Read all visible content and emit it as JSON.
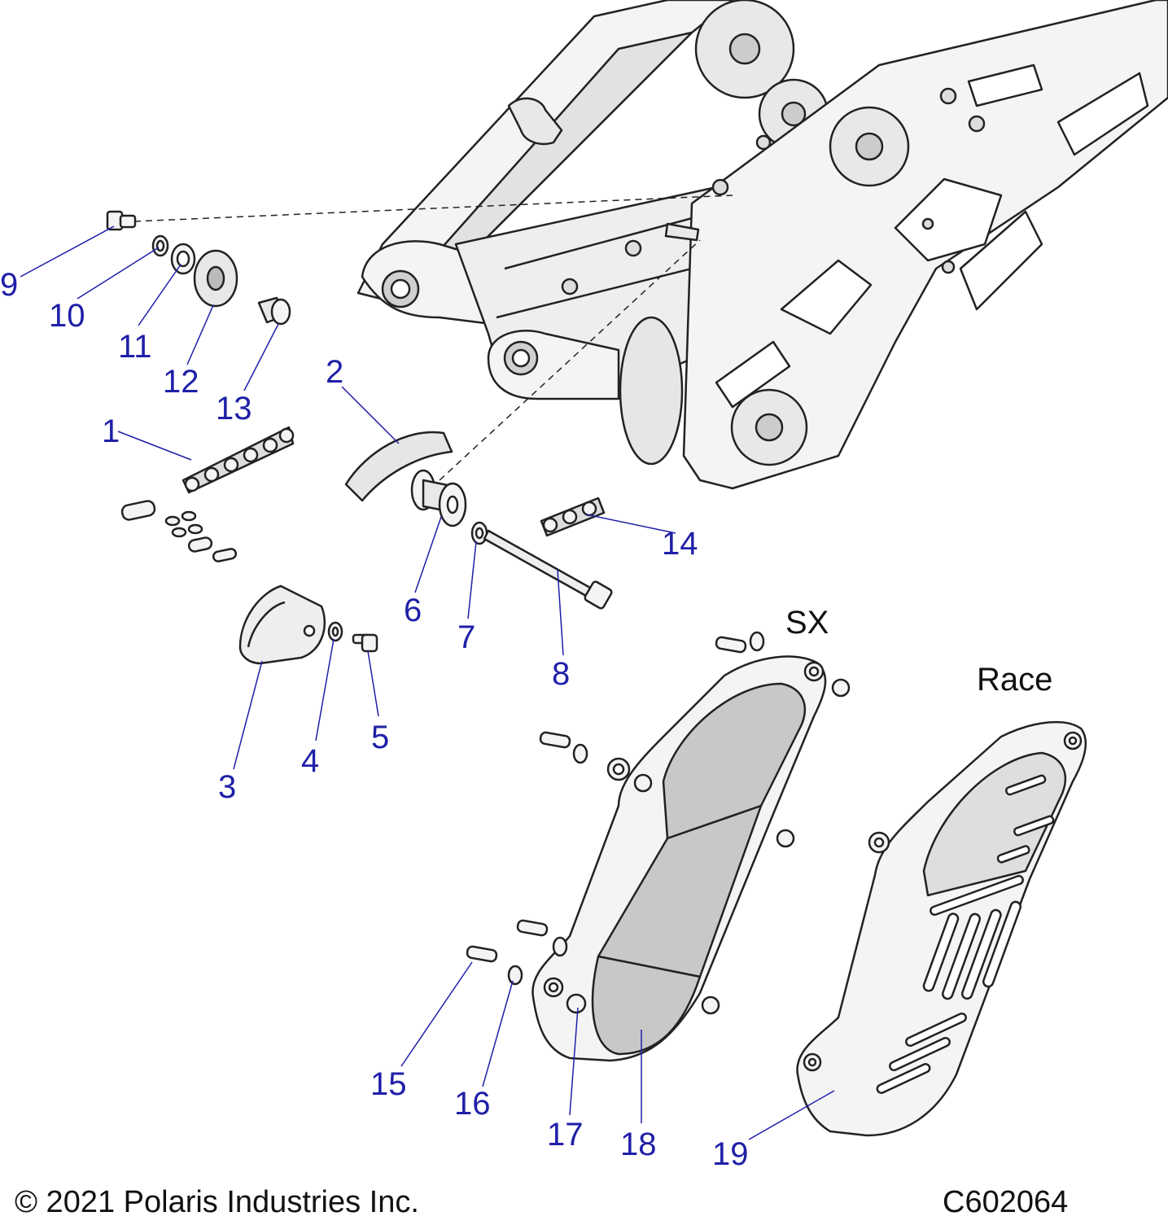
{
  "diagram": {
    "colors": {
      "callout_text": "#1f1fa8",
      "outline": "#222222",
      "part_fill": "#f4f4f4",
      "shade_fill": "#c8c8c8",
      "leader": "#1f1fa8"
    },
    "callouts": [
      {
        "id": "1",
        "label": "1"
      },
      {
        "id": "2",
        "label": "2"
      },
      {
        "id": "3",
        "label": "3"
      },
      {
        "id": "4",
        "label": "4"
      },
      {
        "id": "5",
        "label": "5"
      },
      {
        "id": "6",
        "label": "6"
      },
      {
        "id": "7",
        "label": "7"
      },
      {
        "id": "8",
        "label": "8"
      },
      {
        "id": "9",
        "label": "9"
      },
      {
        "id": "10",
        "label": "10"
      },
      {
        "id": "11",
        "label": "11"
      },
      {
        "id": "12",
        "label": "12"
      },
      {
        "id": "13",
        "label": "13"
      },
      {
        "id": "14",
        "label": "14"
      },
      {
        "id": "15",
        "label": "15"
      },
      {
        "id": "16",
        "label": "16"
      },
      {
        "id": "17",
        "label": "17"
      },
      {
        "id": "18",
        "label": "18"
      },
      {
        "id": "19",
        "label": "19"
      }
    ],
    "variant_labels": {
      "sx": "SX",
      "race": "Race"
    }
  },
  "footer": {
    "copyright": "© 2021 Polaris Industries Inc.",
    "drawing_code": "C602064"
  }
}
